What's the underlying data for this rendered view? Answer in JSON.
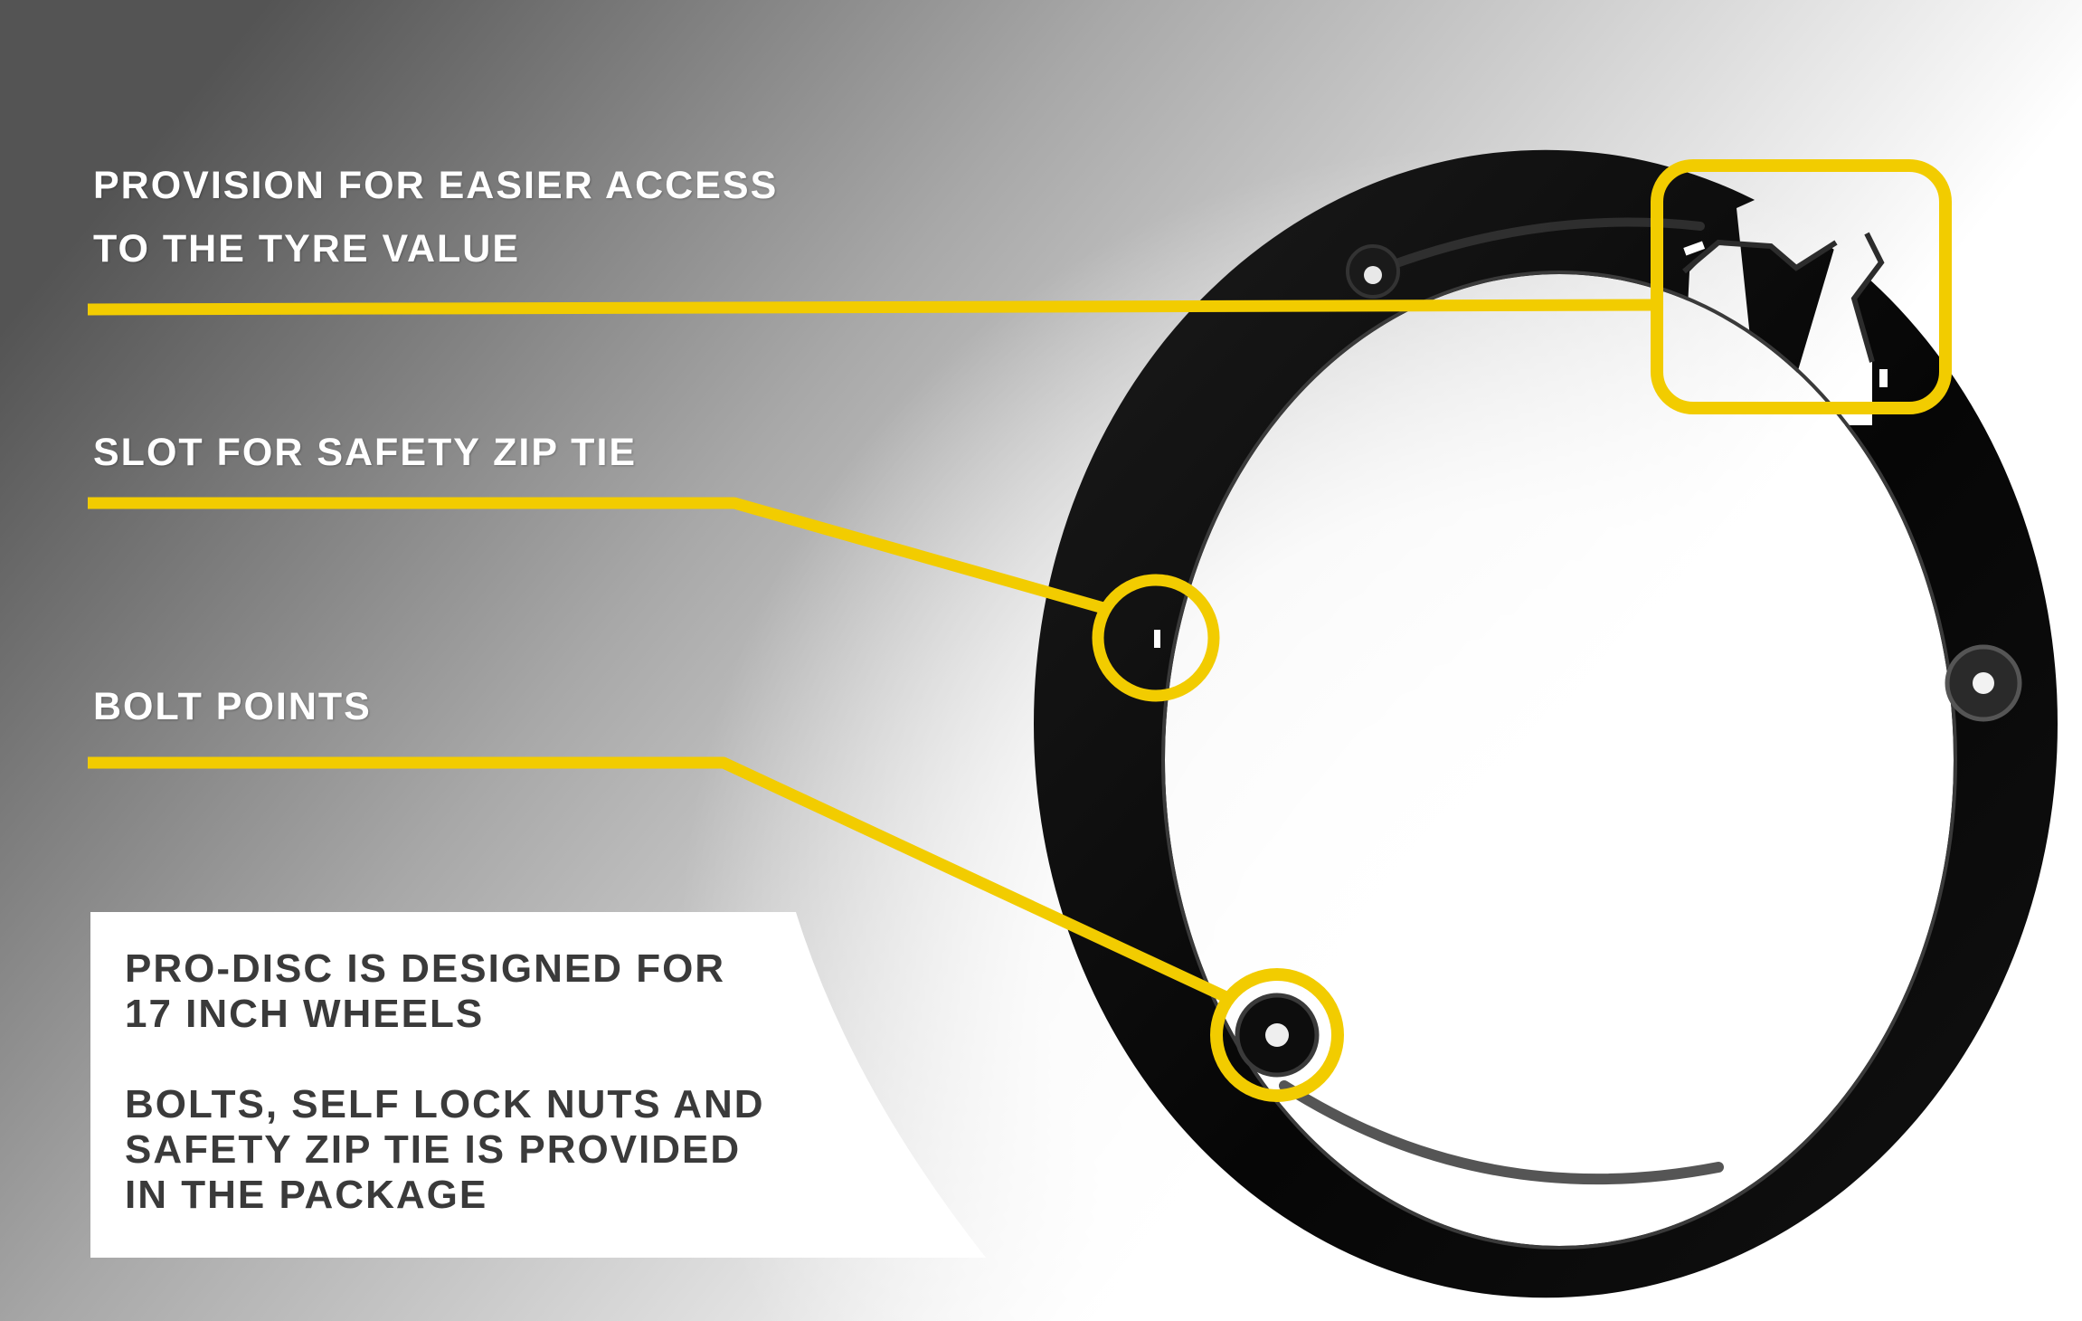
{
  "callouts": {
    "valve_access": {
      "line1": "PROVISION FOR EASIER ACCESS",
      "line2": "TO THE TYRE VALUE"
    },
    "zip_tie_slot": "SLOT FOR SAFETY ZIP TIE",
    "bolt_points": "BOLT POINTS"
  },
  "info_box": {
    "paragraph1": {
      "line1": "PRO-DISC IS DESIGNED FOR",
      "line2": "17 INCH WHEELS"
    },
    "paragraph2": {
      "line1": "BOLTS, SELF LOCK NUTS AND",
      "line2": "SAFETY ZIP TIE IS PROVIDED",
      "line3": "IN THE PACKAGE"
    }
  },
  "colors": {
    "highlight": "#f2cc00",
    "disc": "#050505",
    "background_dark": "#5a5a5a",
    "background_light": "#ffffff",
    "info_text": "#3a3a3a"
  },
  "icons": [
    "disc-image",
    "bolt-hole-icon",
    "zip-tie-slot-icon",
    "valve-cutout-icon"
  ]
}
